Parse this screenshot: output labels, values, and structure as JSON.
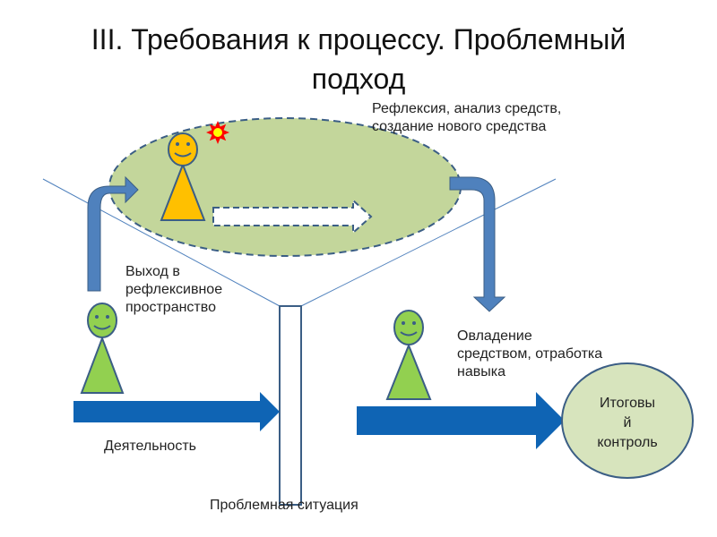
{
  "slide": {
    "title_line1": "III. Требования к процессу. Проблемный",
    "title_line2": "подход"
  },
  "labels": {
    "reflection_line1": "Рефлексия, анализ средств,",
    "reflection_line2": "создание нового средства",
    "exit_line1": "Выход в",
    "exit_line2": "рефлексивное",
    "exit_line3": "пространство",
    "activity": "Деятельность",
    "problem_situation": "Проблемная ситуация",
    "mastery_line1": "Овладение",
    "mastery_line2": "средством, отработка",
    "mastery_line3": "навыка",
    "final_control_line1": "Итоговы",
    "final_control_line2": "й",
    "final_control_line3": "контроль"
  },
  "colors": {
    "ellipse_fill": "#c3d69b",
    "ellipse_border": "#3b5e85",
    "arrow_blue": "#0f64b4",
    "bent_arrow_blue": "#4f81bd",
    "person_green": "#92d050",
    "person_orange": "#ffc000",
    "person_outline": "#3b5e85",
    "control_circle_fill": "#d7e4bd",
    "funnel_line": "#4f81bd"
  }
}
